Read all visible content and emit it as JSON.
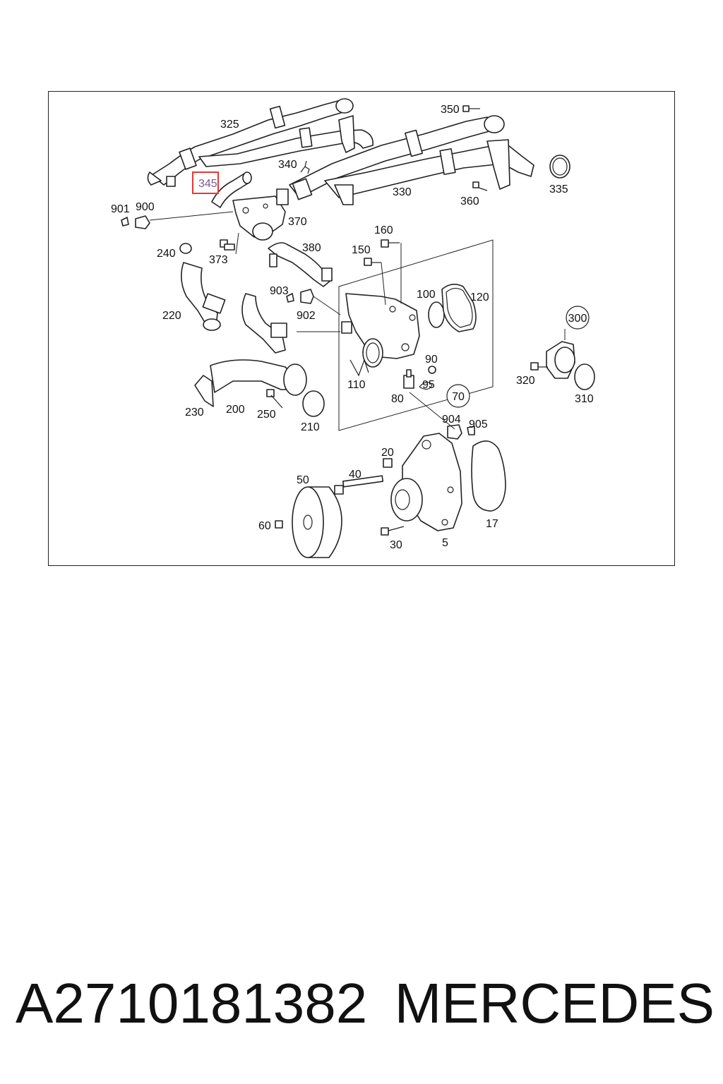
{
  "diagram": {
    "highlight": {
      "label": "345",
      "color": "#e53935"
    },
    "callouts": [
      {
        "id": "325",
        "label": "325"
      },
      {
        "id": "350",
        "label": "350"
      },
      {
        "id": "340",
        "label": "340"
      },
      {
        "id": "335",
        "label": "335"
      },
      {
        "id": "330",
        "label": "330"
      },
      {
        "id": "360",
        "label": "360"
      },
      {
        "id": "901",
        "label": "901"
      },
      {
        "id": "900",
        "label": "900"
      },
      {
        "id": "370",
        "label": "370"
      },
      {
        "id": "240",
        "label": "240"
      },
      {
        "id": "373",
        "label": "373"
      },
      {
        "id": "380",
        "label": "380"
      },
      {
        "id": "160",
        "label": "160"
      },
      {
        "id": "150",
        "label": "150"
      },
      {
        "id": "903",
        "label": "903"
      },
      {
        "id": "902",
        "label": "902"
      },
      {
        "id": "100",
        "label": "100"
      },
      {
        "id": "120",
        "label": "120"
      },
      {
        "id": "300",
        "label": "300"
      },
      {
        "id": "220",
        "label": "220"
      },
      {
        "id": "90",
        "label": "90"
      },
      {
        "id": "110",
        "label": "110"
      },
      {
        "id": "95",
        "label": "95"
      },
      {
        "id": "320",
        "label": "320"
      },
      {
        "id": "80",
        "label": "80"
      },
      {
        "id": "70",
        "label": "70"
      },
      {
        "id": "310",
        "label": "310"
      },
      {
        "id": "230",
        "label": "230"
      },
      {
        "id": "200",
        "label": "200"
      },
      {
        "id": "250",
        "label": "250"
      },
      {
        "id": "210",
        "label": "210"
      },
      {
        "id": "904",
        "label": "904"
      },
      {
        "id": "905",
        "label": "905"
      },
      {
        "id": "20",
        "label": "20"
      },
      {
        "id": "40",
        "label": "40"
      },
      {
        "id": "50",
        "label": "50"
      },
      {
        "id": "17",
        "label": "17"
      },
      {
        "id": "60",
        "label": "60"
      },
      {
        "id": "30",
        "label": "30"
      },
      {
        "id": "5",
        "label": "5"
      }
    ]
  },
  "caption": {
    "part_number": "A2710181382",
    "brand": "MERCEDES"
  }
}
